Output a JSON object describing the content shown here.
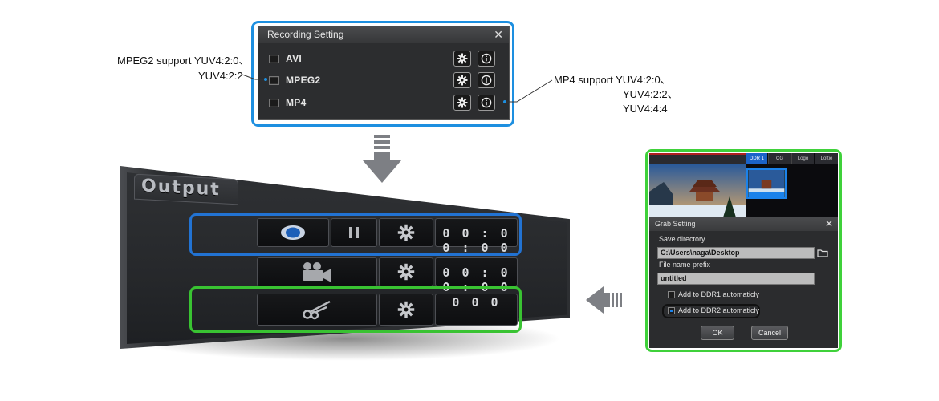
{
  "recording_setting": {
    "title": "Recording Setting",
    "close_glyph": "✕",
    "formats": [
      {
        "label": "AVI",
        "checked": false
      },
      {
        "label": "MPEG2",
        "checked": false
      },
      {
        "label": "MP4",
        "checked": false
      }
    ],
    "settings_icon": "gear-icon",
    "info_icon": "info-icon"
  },
  "notes": {
    "mpeg2_line1": "MPEG2  support  YUV4:2:0、",
    "mpeg2_line2": "YUV4:2:2",
    "mp4_line1": "MP4  support  YUV4:2:0、",
    "mp4_line2": "YUV4:2:2、",
    "mp4_line3": "YUV4:4:4"
  },
  "output_panel": {
    "title": "Output",
    "record_timer": "00:00:00",
    "camera_timer": "00:00:00",
    "grab_count": "000",
    "icons": [
      "record-icon",
      "pause-icon",
      "gear-icon",
      "video-camera-icon",
      "scissors-icon"
    ]
  },
  "grab_setting": {
    "tabs": [
      "DDR 1",
      "CG",
      "Logo",
      "Lottie"
    ],
    "title": "Grab Setting",
    "close_glyph": "✕",
    "save_directory_label": "Save directory",
    "save_directory_value": "C:\\Users\\naga\\Desktop",
    "prefix_label": "File name prefix",
    "prefix_value": "untitled",
    "ddr1_label": "Add to DDR1 automaticly",
    "ddr1_checked": false,
    "ddr2_label": "Add to DDR2 automaticly",
    "ddr2_checked": true,
    "ok_label": "OK",
    "cancel_label": "Cancel"
  },
  "colors": {
    "highlight_blue": "#2273d3",
    "highlight_green": "#39c332",
    "dialog_bg": "#2c2d2f",
    "frame_blue": "#1d8fe0"
  }
}
